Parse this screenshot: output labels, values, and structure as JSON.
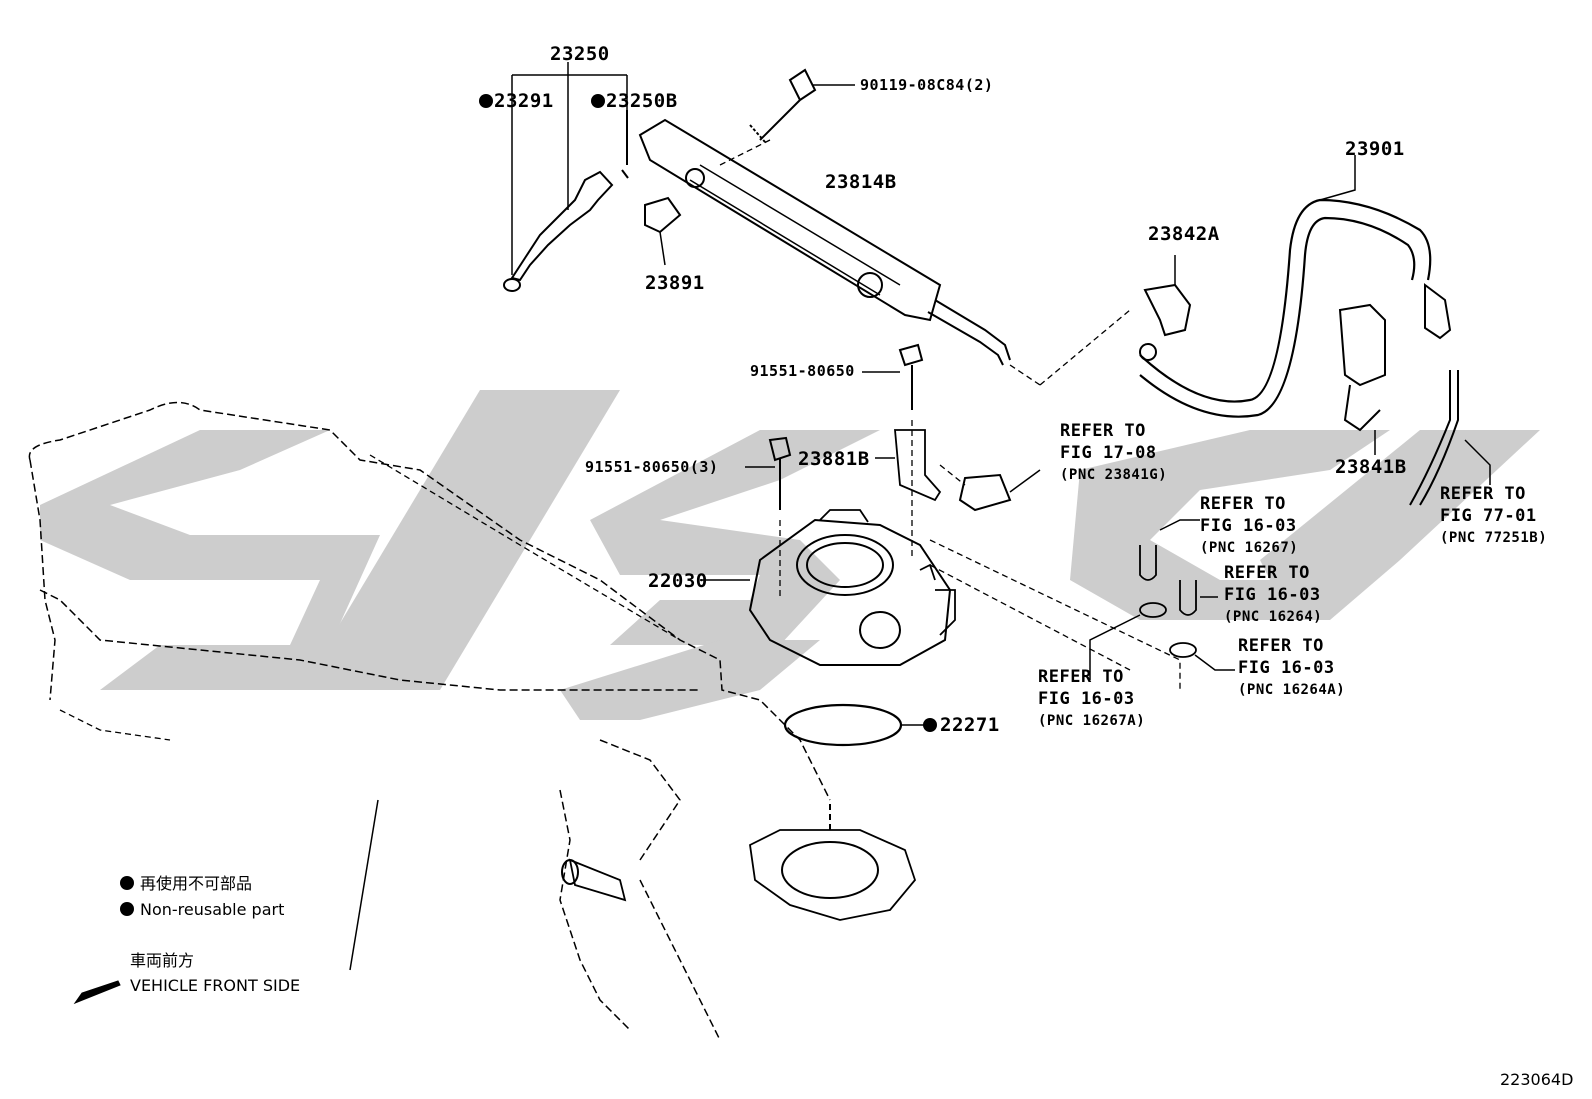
{
  "parts": {
    "p23250": "23250",
    "p23291": "23291",
    "p23250b": "23250B",
    "p90119": "90119-08C84(2)",
    "p23814b": "23814B",
    "p23891": "23891",
    "p23901": "23901",
    "p23842a": "23842A",
    "p23841b": "23841B",
    "p91551a": "91551-80650",
    "p91551b": "91551-80650(3)",
    "p23881b": "23881B",
    "p22030": "22030",
    "p22271": "22271"
  },
  "refs": [
    {
      "line1": "REFER TO",
      "line2": "FIG 17-08",
      "line3": "(PNC 23841G)"
    },
    {
      "line1": "REFER TO",
      "line2": "FIG 16-03",
      "line3": "(PNC 16267)"
    },
    {
      "line1": "REFER TO",
      "line2": "FIG 16-03",
      "line3": "(PNC 16264)"
    },
    {
      "line1": "REFER TO",
      "line2": "FIG 77-01",
      "line3": "(PNC 77251B)"
    },
    {
      "line1": "REFER TO",
      "line2": "FIG 16-03",
      "line3": "(PNC 16264A)"
    },
    {
      "line1": "REFER TO",
      "line2": "FIG 16-03",
      "line3": "(PNC 16267A)"
    }
  ],
  "legend": {
    "jp": "再使用不可部品",
    "en": "Non-reusable part"
  },
  "direction": {
    "jp": "車両前方",
    "en": "VEHICLE FRONT SIDE"
  },
  "figure_code": "223064D",
  "colors": {
    "watermark": "#c8c8c8",
    "ink": "#000000"
  }
}
